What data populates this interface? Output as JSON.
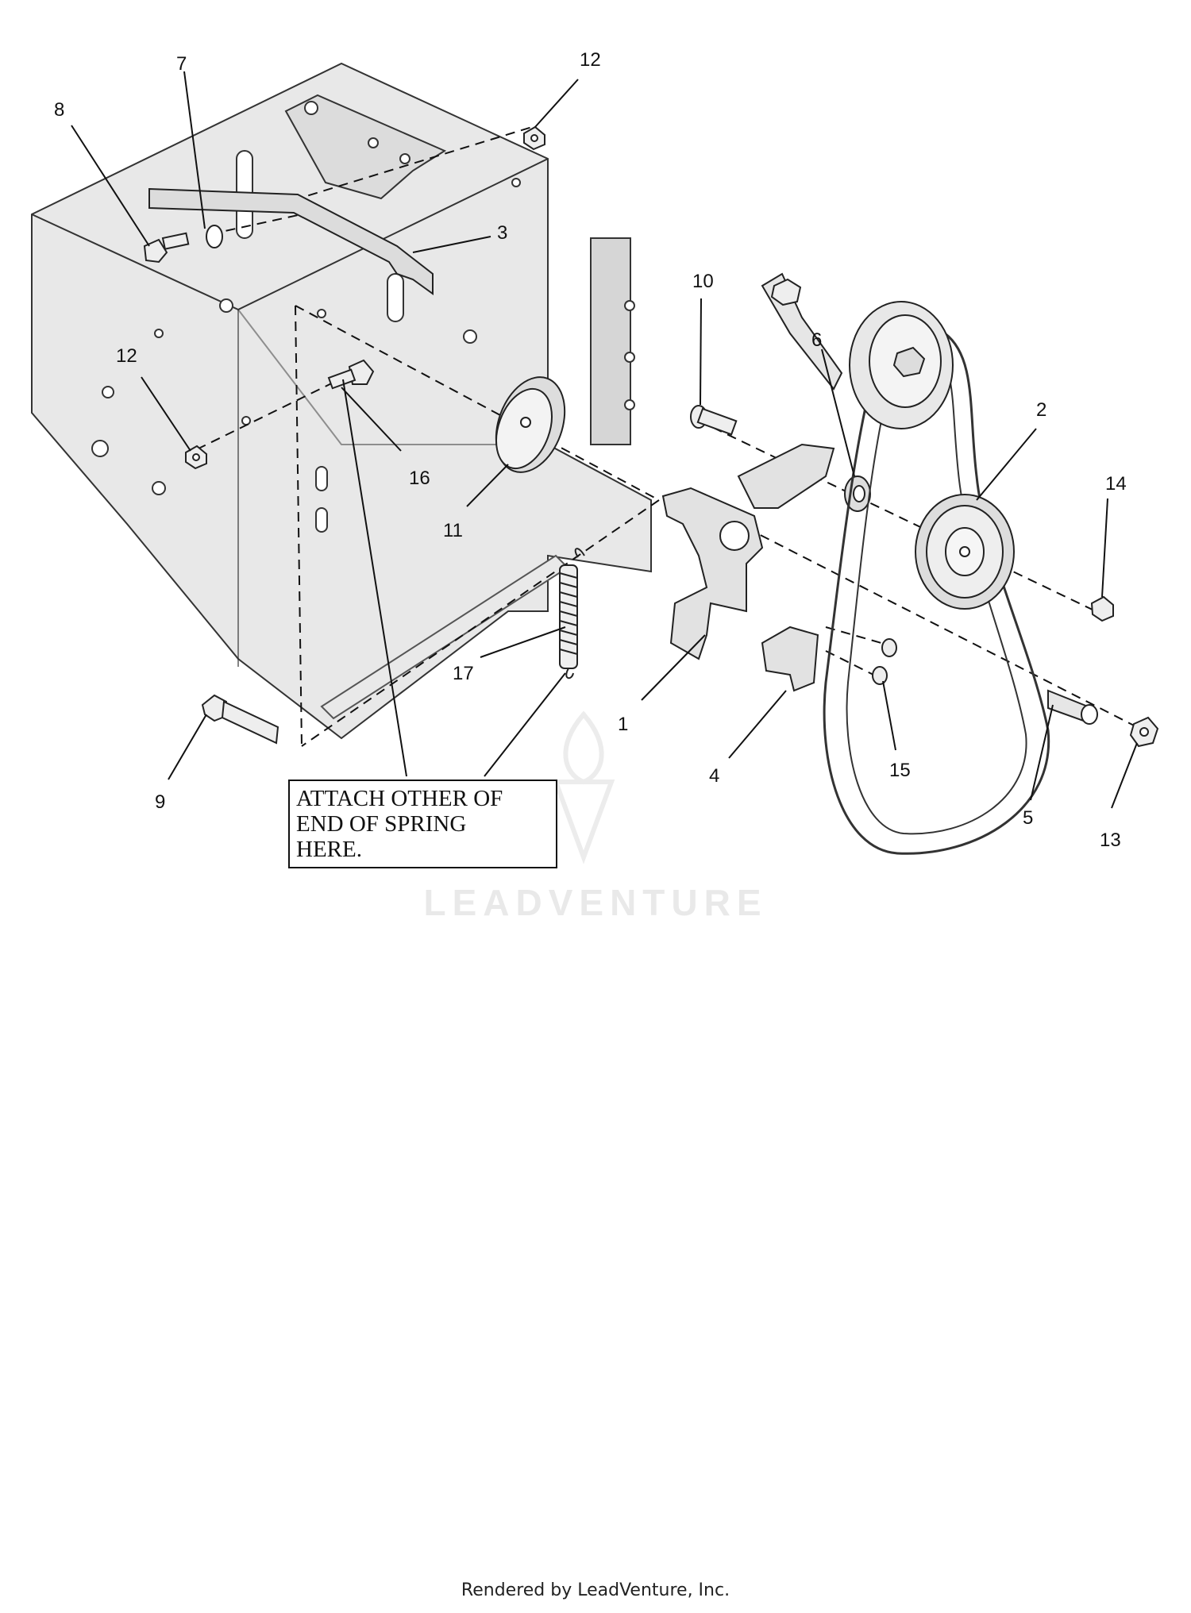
{
  "callouts": {
    "c1": "1",
    "c2": "2",
    "c3": "3",
    "c4": "4",
    "c5": "5",
    "c6": "6",
    "c7": "7",
    "c8": "8",
    "c9": "9",
    "c10": "10",
    "c11": "11",
    "c12a": "12",
    "c12b": "12",
    "c13": "13",
    "c14": "14",
    "c15": "15",
    "c16": "16",
    "c17": "17"
  },
  "note": {
    "line1": "ATTACH OTHER OF",
    "line2": "END OF SPRING",
    "line3": "HERE."
  },
  "watermark": {
    "text": "LEADVENTURE"
  },
  "footer": {
    "text": "Rendered by LeadVenture, Inc."
  },
  "colors": {
    "frame_fill": "#e4e4e4",
    "line": "#222222",
    "watermark": "#e9e9e9"
  }
}
